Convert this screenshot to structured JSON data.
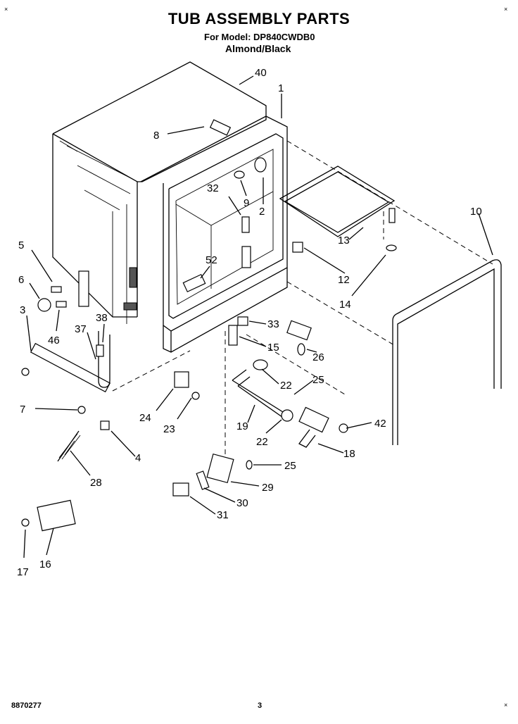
{
  "header": {
    "title": "TUB ASSEMBLY PARTS",
    "model_line": "For Model: DP840CWDB0",
    "color_line": "Almond/Black"
  },
  "footer": {
    "code": "8870277",
    "page": "3"
  },
  "callouts": [
    {
      "id": "40",
      "label": "40"
    },
    {
      "id": "1",
      "label": "1"
    },
    {
      "id": "8",
      "label": "8"
    },
    {
      "id": "32",
      "label": "32"
    },
    {
      "id": "9",
      "label": "9"
    },
    {
      "id": "2",
      "label": "2"
    },
    {
      "id": "10",
      "label": "10"
    },
    {
      "id": "13",
      "label": "13"
    },
    {
      "id": "12",
      "label": "12"
    },
    {
      "id": "14",
      "label": "14"
    },
    {
      "id": "5",
      "label": "5"
    },
    {
      "id": "6",
      "label": "6"
    },
    {
      "id": "3",
      "label": "3"
    },
    {
      "id": "52",
      "label": "52"
    },
    {
      "id": "38",
      "label": "38"
    },
    {
      "id": "37",
      "label": "37"
    },
    {
      "id": "46",
      "label": "46"
    },
    {
      "id": "33",
      "label": "33"
    },
    {
      "id": "15",
      "label": "15"
    },
    {
      "id": "26",
      "label": "26"
    },
    {
      "id": "22a",
      "label": "22"
    },
    {
      "id": "25a",
      "label": "25"
    },
    {
      "id": "7",
      "label": "7"
    },
    {
      "id": "24",
      "label": "24"
    },
    {
      "id": "23",
      "label": "23"
    },
    {
      "id": "19",
      "label": "19"
    },
    {
      "id": "22b",
      "label": "22"
    },
    {
      "id": "42",
      "label": "42"
    },
    {
      "id": "18",
      "label": "18"
    },
    {
      "id": "4",
      "label": "4"
    },
    {
      "id": "28",
      "label": "28"
    },
    {
      "id": "25b",
      "label": "25"
    },
    {
      "id": "29",
      "label": "29"
    },
    {
      "id": "30",
      "label": "30"
    },
    {
      "id": "31",
      "label": "31"
    },
    {
      "id": "17",
      "label": "17"
    },
    {
      "id": "16",
      "label": "16"
    }
  ]
}
